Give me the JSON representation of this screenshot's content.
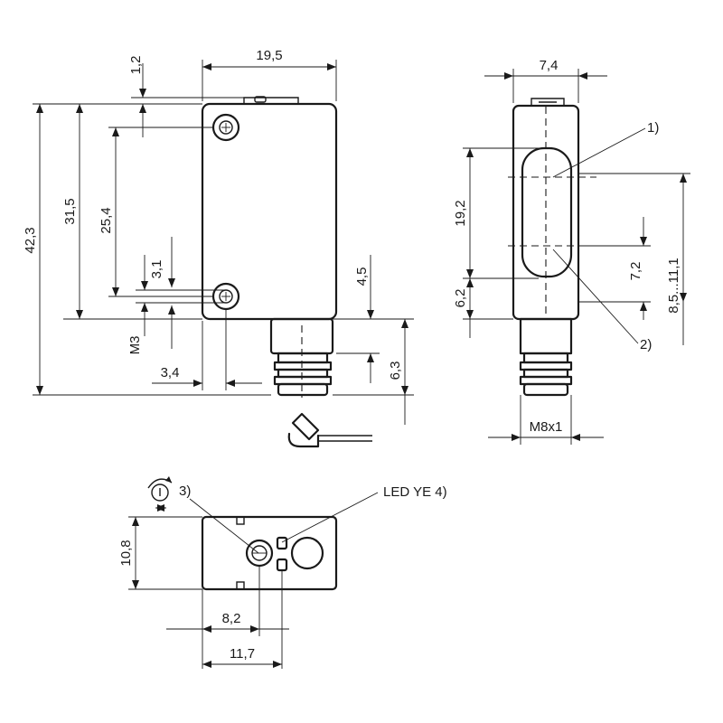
{
  "front_view": {
    "dims": {
      "width_top": "19,5",
      "top_offset": "1,2",
      "total_height": "42,3",
      "height_31": "31,5",
      "height_25": "25,4",
      "hole_3": "3,1",
      "thread_m3": "M3",
      "left_offset": "3,4",
      "right_45": "4,5",
      "connector_63": "6,3"
    }
  },
  "side_view": {
    "dims": {
      "width": "7,4",
      "h_192": "19,2",
      "h_62": "6,2",
      "h_72": "7,2",
      "range": "8,5...11,1",
      "thread": "M8x1"
    },
    "callouts": {
      "one": "1)",
      "two": "2)"
    }
  },
  "bottom_view": {
    "dims": {
      "h_108": "10,8",
      "w_82": "8,2",
      "w_117": "11,7"
    },
    "callouts": {
      "three": "3)",
      "led": "LED YE 4)"
    }
  }
}
